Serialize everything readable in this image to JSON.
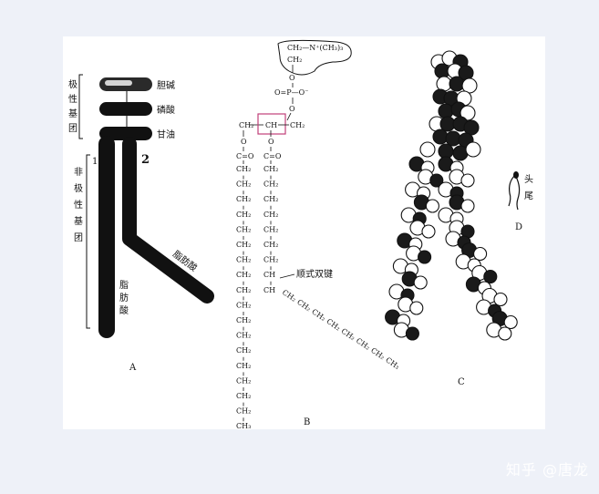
{
  "panel_a": {
    "label": "A",
    "polar_group": "极性基团",
    "nonpolar_group": "非极性基团",
    "choline": "胆碱",
    "phosphate": "磷酸",
    "glycerol": "甘油",
    "fatty_acid_right": "脂肪酸",
    "fatty_acid_left": "脂肪酸",
    "chain_1": "1",
    "chain_2": "2"
  },
  "panel_b": {
    "label": "B",
    "head": "CH₂—N⁺(CH₃)₃",
    "head_ch2": "CH₂",
    "o_top": "O",
    "phosphate": "O=P—O⁻",
    "o_mid": "O",
    "glycerol_left": "CH₂",
    "glycerol_mid": "CH",
    "glycerol_right": "CH₂",
    "o_left": "O",
    "o_right": "O",
    "ester_left": "C=O",
    "ester_right": "C=O",
    "ch2": "CH₂",
    "ch3": "CH₃",
    "ch": "CH",
    "cis_bond": "顺式双键"
  },
  "panel_c": {
    "label": "C"
  },
  "panel_d": {
    "label": "D",
    "head_label": "头",
    "tail_label": "尾"
  },
  "watermark": "知乎 @唐龙",
  "colors": {
    "ink": "#111111",
    "highlight": "#c0407a",
    "page": "#ffffff",
    "backdrop": "#eef1f8"
  }
}
